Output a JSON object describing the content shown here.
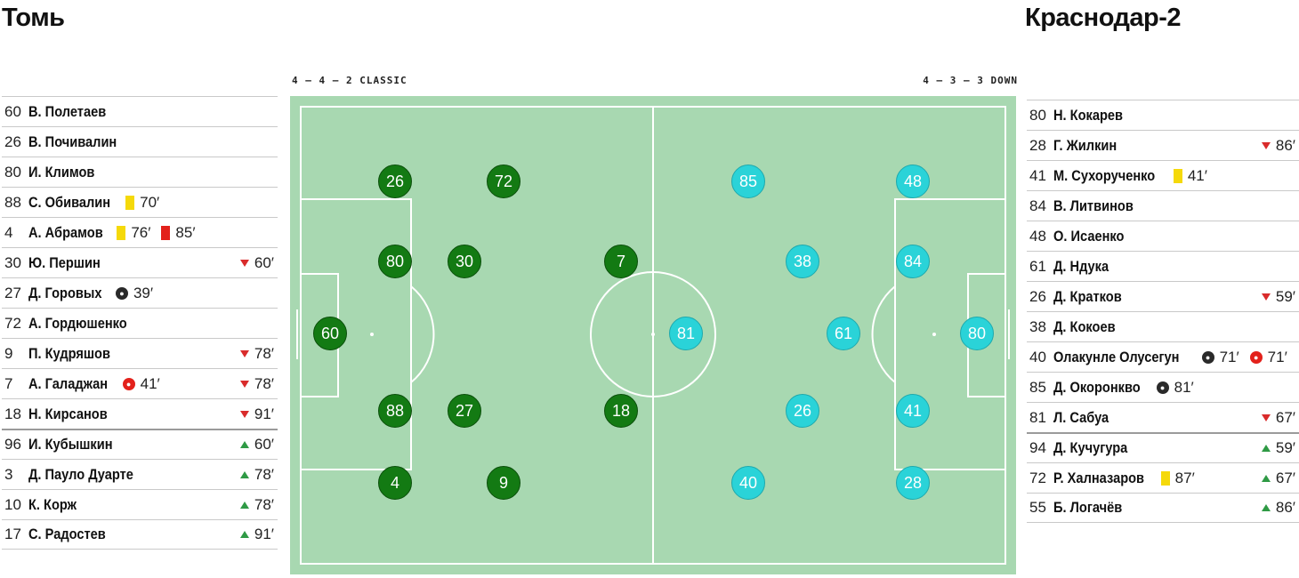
{
  "teams": {
    "home": {
      "name": "Томь",
      "formation": "4 – 4 – 2 CLASSIC",
      "roster": [
        {
          "num": "60",
          "name": "В. Полетаев"
        },
        {
          "num": "26",
          "name": "В. Почивалин"
        },
        {
          "num": "80",
          "name": "И. Климов"
        },
        {
          "num": "88",
          "name": "С. Обивалин",
          "events": [
            {
              "type": "yellow-card",
              "min": "70′"
            }
          ]
        },
        {
          "num": "4",
          "name": "А. Абрамов",
          "events": [
            {
              "type": "yellow-card",
              "min": "76′"
            },
            {
              "type": "red-card",
              "min": "85′"
            }
          ]
        },
        {
          "num": "30",
          "name": "Ю. Першин",
          "sub": {
            "dir": "off",
            "min": "60′"
          }
        },
        {
          "num": "27",
          "name": "Д. Горовых",
          "events": [
            {
              "type": "goal",
              "min": "39′"
            }
          ]
        },
        {
          "num": "72",
          "name": "А. Гордюшенко"
        },
        {
          "num": "9",
          "name": "П. Кудряшов",
          "sub": {
            "dir": "off",
            "min": "78′"
          }
        },
        {
          "num": "7",
          "name": "А. Галаджан",
          "events": [
            {
              "type": "own-goal",
              "min": "41′"
            }
          ],
          "sub": {
            "dir": "off",
            "min": "78′"
          }
        },
        {
          "num": "18",
          "name": "Н. Кирсанов",
          "sub": {
            "dir": "off",
            "min": "91′"
          }
        },
        {
          "num": "96",
          "name": "И. Кубышкин",
          "sub": {
            "dir": "on",
            "min": "60′"
          }
        },
        {
          "num": "3",
          "name": "Д. Пауло Дуарте",
          "sub": {
            "dir": "on",
            "min": "78′"
          }
        },
        {
          "num": "10",
          "name": "К. Корж",
          "sub": {
            "dir": "on",
            "min": "78′"
          }
        },
        {
          "num": "17",
          "name": "С. Радостев",
          "sub": {
            "dir": "on",
            "min": "91′"
          }
        }
      ],
      "pitch": [
        "26",
        "72",
        "80",
        "30",
        "7",
        "60",
        "88",
        "27",
        "18",
        "4",
        "9"
      ]
    },
    "away": {
      "name": "Краснодар-2",
      "formation": "4 – 3 – 3 DOWN",
      "roster": [
        {
          "num": "80",
          "name": "Н. Кокарев"
        },
        {
          "num": "28",
          "name": "Г. Жилкин",
          "sub": {
            "dir": "off",
            "min": "86′"
          }
        },
        {
          "num": "41",
          "name": "М. Сухорученко",
          "events": [
            {
              "type": "yellow-card",
              "min": "41′"
            }
          ]
        },
        {
          "num": "84",
          "name": "В. Литвинов"
        },
        {
          "num": "48",
          "name": "О. Исаенко"
        },
        {
          "num": "61",
          "name": "Д. Ндука"
        },
        {
          "num": "26",
          "name": "Д. Кратков",
          "sub": {
            "dir": "off",
            "min": "59′"
          }
        },
        {
          "num": "38",
          "name": "Д. Кокоев"
        },
        {
          "num": "40",
          "name": "Олакунле Олусегун",
          "events": [
            {
              "type": "goal",
              "min": "71′"
            },
            {
              "type": "own-goal",
              "min": "71′"
            }
          ]
        },
        {
          "num": "85",
          "name": "Д. Окоронкво",
          "events": [
            {
              "type": "goal",
              "min": "81′"
            }
          ]
        },
        {
          "num": "81",
          "name": "Л. Сабуа",
          "sub": {
            "dir": "off",
            "min": "67′"
          }
        },
        {
          "num": "94",
          "name": "Д. Кучугура",
          "sub": {
            "dir": "on",
            "min": "59′"
          }
        },
        {
          "num": "72",
          "name": "Р. Халназаров",
          "events": [
            {
              "type": "yellow-card",
              "min": "87′"
            }
          ],
          "sub": {
            "dir": "on",
            "min": "67′"
          }
        },
        {
          "num": "55",
          "name": "Б. Логачёв",
          "sub": {
            "dir": "on",
            "min": "86′"
          }
        }
      ],
      "pitch": [
        "85",
        "48",
        "38",
        "84",
        "81",
        "61",
        "80",
        "26",
        "41",
        "40",
        "28"
      ]
    }
  },
  "colors": {
    "pitch": "#a8d8b1",
    "home_marker": "#137a13",
    "away_marker": "#2ad3d8",
    "yellow_card": "#f5d90a",
    "red_card": "#e3211b",
    "sub_off": "#d92b2b",
    "sub_on": "#2f9a45"
  },
  "icons": {
    "sub_off": "triangle-down-icon",
    "sub_on": "triangle-up-icon",
    "yellow_card": "yellow-card-icon",
    "red_card": "red-card-icon",
    "goal": "ball-icon",
    "own_goal": "own-goal-ball-icon"
  }
}
